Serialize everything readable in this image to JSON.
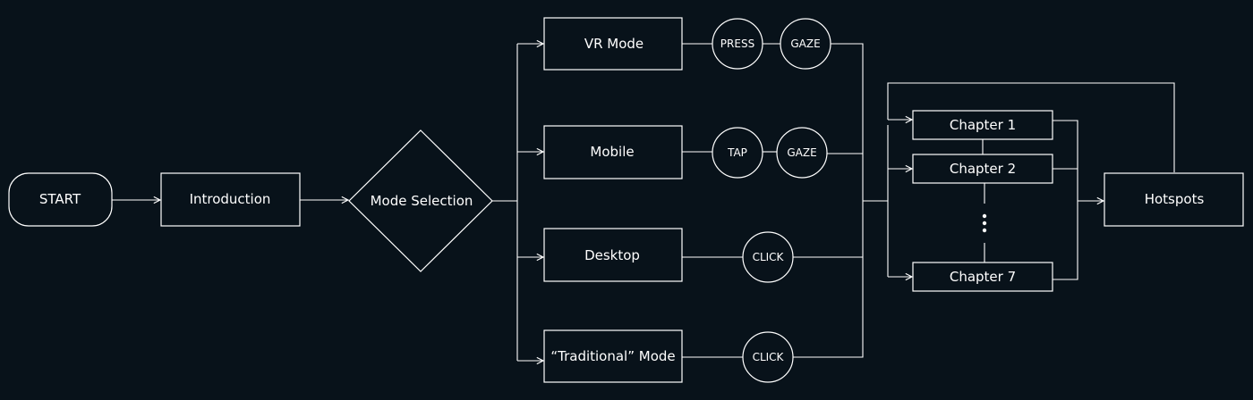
{
  "colors": {
    "background": "#08121a",
    "stroke": "#ffffff",
    "text": "#ffffff"
  },
  "nodes": {
    "start": "START",
    "introduction": "Introduction",
    "mode_selection": "Mode Selection",
    "modes": {
      "vr": "VR Mode",
      "mobile": "Mobile",
      "desktop": "Desktop",
      "traditional": "“Traditional” Mode"
    },
    "inputs": {
      "vr_press": "PRESS",
      "vr_gaze": "GAZE",
      "mobile_tap": "TAP",
      "mobile_gaze": "GAZE",
      "desktop_click": "CLICK",
      "traditional_click": "CLICK"
    },
    "chapters": {
      "chapter_1": "Chapter 1",
      "chapter_2": "Chapter 2",
      "chapter_7": "Chapter 7"
    },
    "hotspots": "Hotspots"
  }
}
